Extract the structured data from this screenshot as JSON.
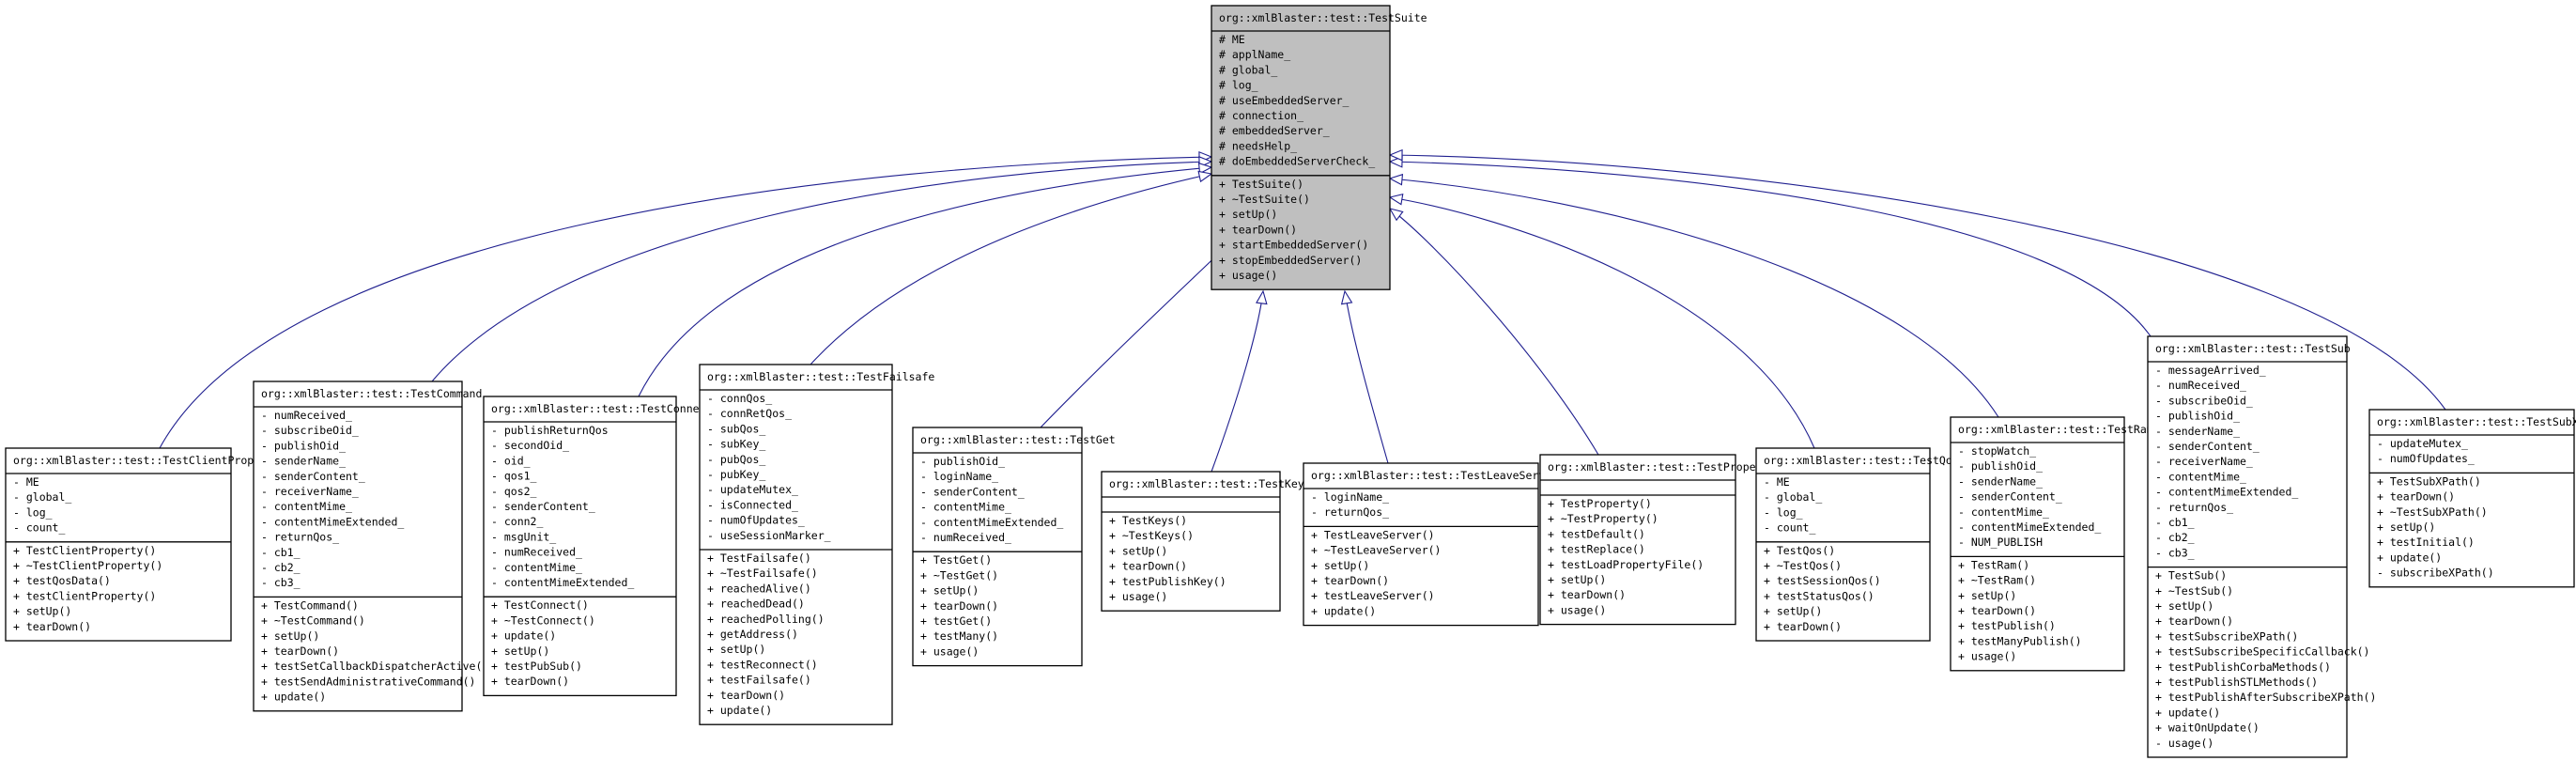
{
  "base": {
    "name": "org::xmlBlaster::test::TestSuite",
    "attributes": [
      "# ME",
      "# applName_",
      "# global_",
      "# log_",
      "# useEmbeddedServer_",
      "# connection_",
      "# embeddedServer_",
      "# needsHelp_",
      "# doEmbeddedServerCheck_"
    ],
    "methods": [
      "+ TestSuite()",
      "+ ~TestSuite()",
      "+ setUp()",
      "+ tearDown()",
      "+ startEmbeddedServer()",
      "+ stopEmbeddedServer()",
      "+ usage()"
    ]
  },
  "classes": [
    {
      "name": "org::xmlBlaster::test::TestClientProperty",
      "attributes": [
        "- ME",
        "- global_",
        "- log_",
        "- count_"
      ],
      "methods": [
        "+ TestClientProperty()",
        "+ ~TestClientProperty()",
        "+ testQosData()",
        "+ testClientProperty()",
        "+ setUp()",
        "+ tearDown()"
      ]
    },
    {
      "name": "org::xmlBlaster::test::TestCommand",
      "attributes": [
        "- numReceived_",
        "- subscribeOid_",
        "- publishOid_",
        "- senderName_",
        "- senderContent_",
        "- receiverName_",
        "- contentMime_",
        "- contentMimeExtended_",
        "- returnQos_",
        "- cb1_",
        "- cb2_",
        "- cb3_"
      ],
      "methods": [
        "+ TestCommand()",
        "+ ~TestCommand()",
        "+ setUp()",
        "+ tearDown()",
        "+ testSetCallbackDispatcherActive()",
        "+ testSendAdministrativeCommand()",
        "+ update()"
      ]
    },
    {
      "name": "org::xmlBlaster::test::TestConnect",
      "attributes": [
        "- publishReturnQos",
        "- secondOid_",
        "- oid_",
        "- qos1_",
        "- qos2_",
        "- senderContent_",
        "- conn2_",
        "- msgUnit_",
        "- numReceived_",
        "- contentMime_",
        "- contentMimeExtended_"
      ],
      "methods": [
        "+ TestConnect()",
        "+ ~TestConnect()",
        "+ update()",
        "+ setUp()",
        "+ testPubSub()",
        "+ tearDown()"
      ]
    },
    {
      "name": "org::xmlBlaster::test::TestFailsafe",
      "attributes": [
        "- connQos_",
        "- connRetQos_",
        "- subQos_",
        "- subKey_",
        "- pubQos_",
        "- pubKey_",
        "- updateMutex_",
        "- isConnected_",
        "- numOfUpdates_",
        "- useSessionMarker_"
      ],
      "methods": [
        "+ TestFailsafe()",
        "+ ~TestFailsafe()",
        "+ reachedAlive()",
        "+ reachedDead()",
        "+ reachedPolling()",
        "+ getAddress()",
        "+ setUp()",
        "+ testReconnect()",
        "+ testFailsafe()",
        "+ tearDown()",
        "+ update()"
      ]
    },
    {
      "name": "org::xmlBlaster::test::TestGet",
      "attributes": [
        "- publishOid_",
        "- loginName_",
        "- senderContent_",
        "- contentMime_",
        "- contentMimeExtended_",
        "- numReceived_"
      ],
      "methods": [
        "+ TestGet()",
        "+ ~TestGet()",
        "+ setUp()",
        "+ tearDown()",
        "+ testGet()",
        "+ testMany()",
        "+ usage()"
      ]
    },
    {
      "name": "org::xmlBlaster::test::TestKeys",
      "attributes": [],
      "methods": [
        "+ TestKeys()",
        "+ ~TestKeys()",
        "+ setUp()",
        "+ tearDown()",
        "+ testPublishKey()",
        "+ usage()"
      ]
    },
    {
      "name": "org::xmlBlaster::test::TestLeaveServer",
      "attributes": [
        "- loginName_",
        "- returnQos_"
      ],
      "methods": [
        "+ TestLeaveServer()",
        "+ ~TestLeaveServer()",
        "+ setUp()",
        "+ tearDown()",
        "+ testLeaveServer()",
        "+ update()"
      ]
    },
    {
      "name": "org::xmlBlaster::test::TestProperty",
      "attributes": [],
      "methods": [
        "+ TestProperty()",
        "+ ~TestProperty()",
        "+ testDefault()",
        "+ testReplace()",
        "+ testLoadPropertyFile()",
        "+ setUp()",
        "+ tearDown()",
        "+ usage()"
      ]
    },
    {
      "name": "org::xmlBlaster::test::TestQos",
      "attributes": [
        "- ME",
        "- global_",
        "- log_",
        "- count_"
      ],
      "methods": [
        "+ TestQos()",
        "+ ~TestQos()",
        "+ testSessionQos()",
        "+ testStatusQos()",
        "+ setUp()",
        "+ tearDown()"
      ]
    },
    {
      "name": "org::xmlBlaster::test::TestRam",
      "attributes": [
        "- stopWatch_",
        "- publishOid_",
        "- senderName_",
        "- senderContent_",
        "- contentMime_",
        "- contentMimeExtended_",
        "- NUM_PUBLISH"
      ],
      "methods": [
        "+ TestRam()",
        "+ ~TestRam()",
        "+ setUp()",
        "+ tearDown()",
        "+ testPublish()",
        "+ testManyPublish()",
        "+ usage()"
      ]
    },
    {
      "name": "org::xmlBlaster::test::TestSub",
      "attributes": [
        "- messageArrived_",
        "- numReceived_",
        "- subscribeOid_",
        "- publishOid_",
        "- senderName_",
        "- senderContent_",
        "- receiverName_",
        "- contentMime_",
        "- contentMimeExtended_",
        "- returnQos_",
        "- cb1_",
        "- cb2_",
        "- cb3_"
      ],
      "methods": [
        "+ TestSub()",
        "+ ~TestSub()",
        "+ setUp()",
        "+ tearDown()",
        "+ testSubscribeXPath()",
        "+ testSubscribeSpecificCallback()",
        "+ testPublishCorbaMethods()",
        "+ testPublishSTLMethods()",
        "+ testPublishAfterSubscribeXPath()",
        "+ update()",
        "+ waitOnUpdate()",
        "- usage()"
      ]
    },
    {
      "name": "org::xmlBlaster::test::TestSubXPath",
      "attributes": [
        "- updateMutex_",
        "- numOfUpdates_"
      ],
      "methods": [
        "+ TestSubXPath()",
        "+ tearDown()",
        "+ ~TestSubXPath()",
        "+ setUp()",
        "+ testInitial()",
        "+ update()",
        "- subscribeXPath()"
      ]
    }
  ]
}
